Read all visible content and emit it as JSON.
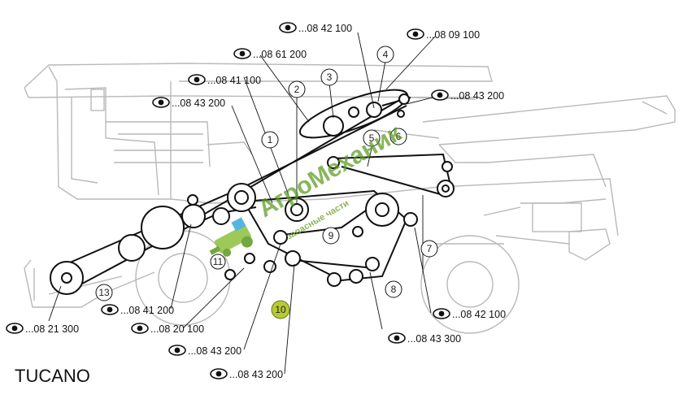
{
  "model_label": "TUCANO",
  "watermark": {
    "brand": "АгроМеханик",
    "tagline": "запасные части",
    "colors": {
      "primary": "#5a9a1e",
      "secondary": "#9ec75a",
      "bg_logo": "#8dc03f",
      "screen": "#39a9d6"
    }
  },
  "references": [
    {
      "id": "ref-08-42-100-top",
      "text": "...08 42 100"
    },
    {
      "id": "ref-08-09-100",
      "text": "...08 09 100"
    },
    {
      "id": "ref-08-61-200",
      "text": "...08 61 200"
    },
    {
      "id": "ref-08-41-100",
      "text": "...08 41 100"
    },
    {
      "id": "ref-08-43-200-upper-left",
      "text": "...08 43 200"
    },
    {
      "id": "ref-08-43-200-upper-right",
      "text": "...08 43 200"
    },
    {
      "id": "ref-08-41-200",
      "text": "...08 41 200"
    },
    {
      "id": "ref-08-21-300",
      "text": "...08 21 300"
    },
    {
      "id": "ref-08-20-100",
      "text": "...08 20 100"
    },
    {
      "id": "ref-08-43-200-lower-1",
      "text": "...08 43 200"
    },
    {
      "id": "ref-08-43-200-lower-2",
      "text": "...08 43 200"
    },
    {
      "id": "ref-08-42-100-bottom",
      "text": "...08 42 100"
    },
    {
      "id": "ref-08-43-300",
      "text": "...08 43 300"
    }
  ],
  "callouts": [
    "1",
    "2",
    "3",
    "4",
    "5",
    "6",
    "7",
    "8",
    "9",
    "10",
    "11",
    "13"
  ],
  "highlight_color": "#b8c936"
}
